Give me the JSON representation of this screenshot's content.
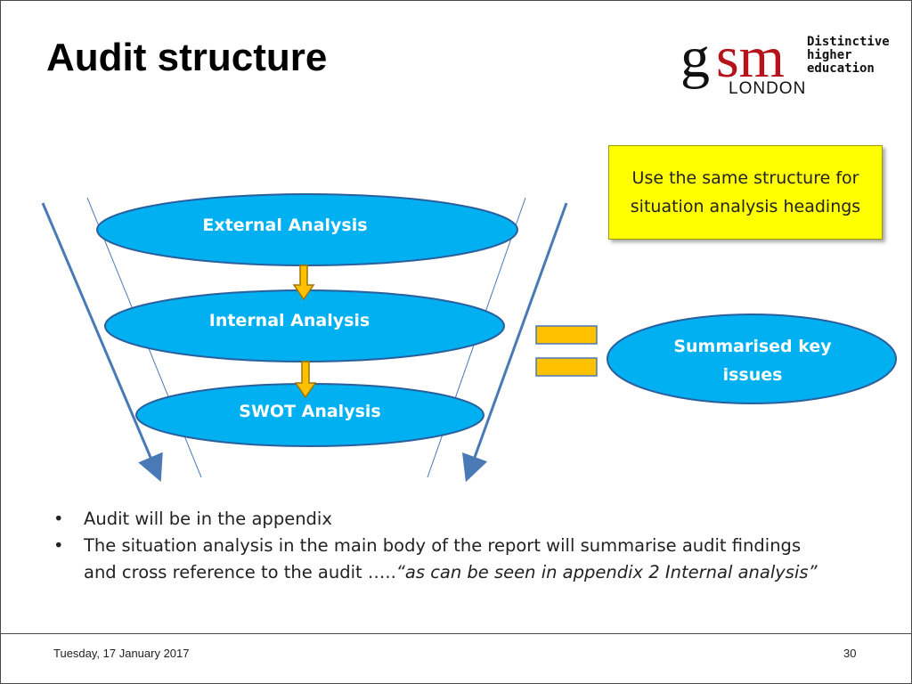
{
  "slide": {
    "title": "Audit structure",
    "logo": {
      "letters": "gsm",
      "sub": "LONDON",
      "tagline": [
        "Distinctive",
        "higher",
        "education"
      ],
      "colors": {
        "g": "#111111",
        "sm": "#b5121b"
      }
    },
    "diagram": {
      "ovals": [
        "External Analysis",
        "Internal Analysis",
        "SWOT Analysis"
      ],
      "result_oval": "Summarised key issues",
      "result_lines": [
        "Summarised key",
        "issues"
      ],
      "oval_fill": "#00b0f0",
      "connector_fill": "#ffc000"
    },
    "note": {
      "lines": [
        "Use the same structure for",
        "situation analysis headings"
      ],
      "fill": "#ffff00"
    },
    "bullets": {
      "b1": "Audit will be in the appendix",
      "b2_plain": "The situation analysis in the main body of the report will summarise audit findings and cross reference to the audit …..",
      "b2_italic": "“as can be seen in appendix 2 Internal analysis”"
    },
    "footer": {
      "date": "Tuesday, 17 January 2017",
      "page": "30"
    }
  }
}
